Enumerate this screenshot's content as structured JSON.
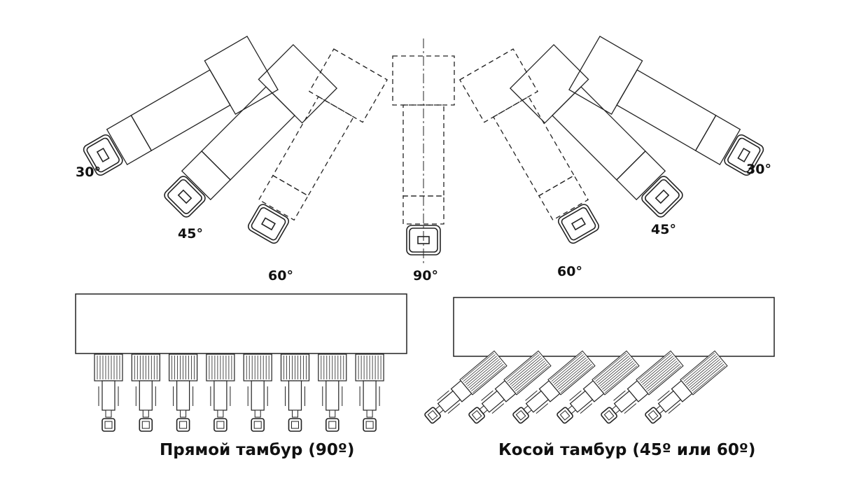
{
  "fan": {
    "labels_left": [
      "30°",
      "45°",
      "60°"
    ],
    "label_center": "90°",
    "labels_right": [
      "60°",
      "45°",
      "30°"
    ]
  },
  "captions": {
    "straight": "Прямой тамбур (90º)",
    "oblique": "Косой тамбур (45º или 60º)"
  },
  "colors": {
    "line": "#222222",
    "background": "#ffffff"
  }
}
